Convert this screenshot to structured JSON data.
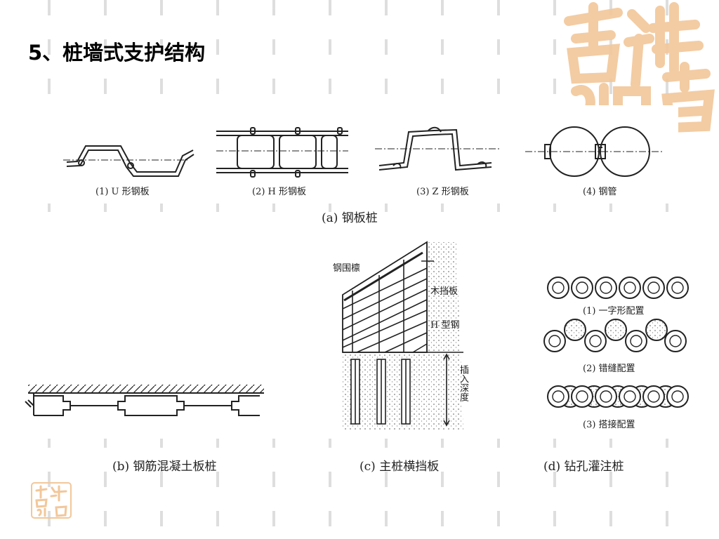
{
  "slide": {
    "title": "5、桩墙式支护结构",
    "seal_text": "吉祥如意"
  },
  "figure": {
    "sheet_piles": {
      "caption": "(a) 钢板桩",
      "items": [
        {
          "label": "(1) U 形钢板"
        },
        {
          "label": "(2) H 形钢板"
        },
        {
          "label": "(3) Z 形钢板"
        },
        {
          "label": "(4) 钢管"
        }
      ]
    },
    "concrete_pile": {
      "caption": "(b) 钢筋混凝土板桩"
    },
    "soldier_pile": {
      "caption": "(c) 主桩横挡板",
      "labels": {
        "purlin": "钢围檩",
        "lagging": "木挡板",
        "h_steel": "H 型钢",
        "depth": "插入深度"
      }
    },
    "bored_pile": {
      "caption": "(d) 钻孔灌注桩",
      "arrangements": [
        {
          "label": "(1) 一字形配置"
        },
        {
          "label": "(2) 错缝配置"
        },
        {
          "label": "(3) 搭接配置"
        }
      ]
    }
  },
  "colors": {
    "line": "#222222",
    "seal": "#f2c79a",
    "grid": "#d9d9d9"
  }
}
